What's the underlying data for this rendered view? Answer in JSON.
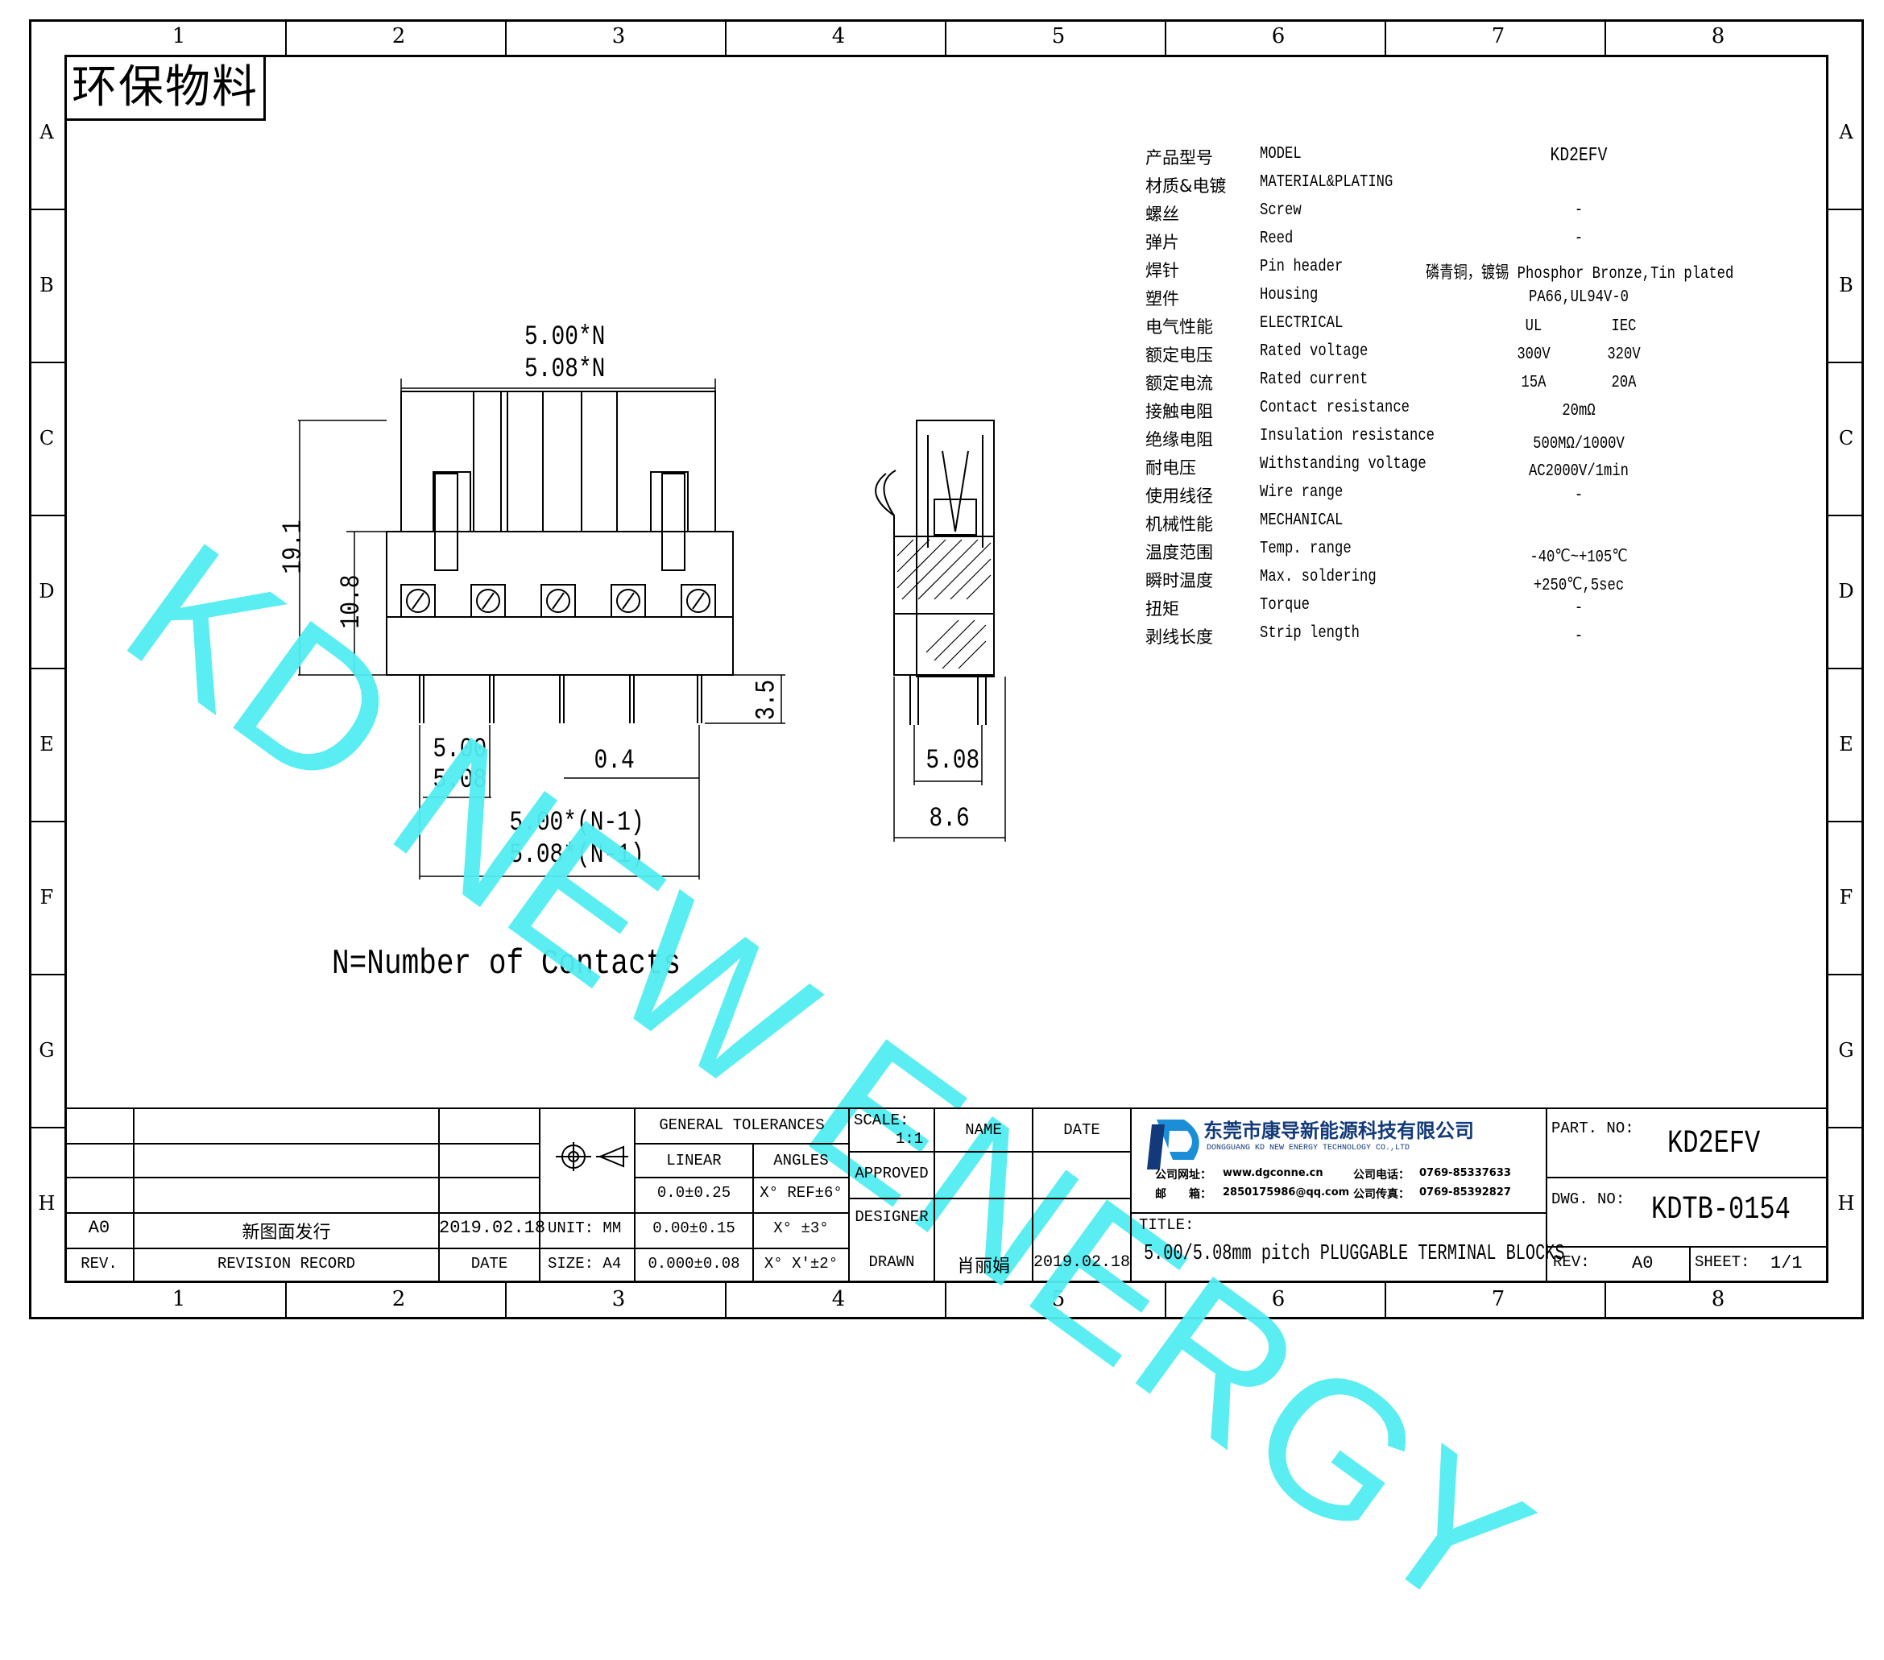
{
  "eco_label": "环保物料",
  "watermark": "KD NEW ENERGY",
  "zones": {
    "columns": [
      "1",
      "2",
      "3",
      "4",
      "5",
      "6",
      "7",
      "8"
    ],
    "rows": [
      "A",
      "B",
      "C",
      "D",
      "E",
      "F",
      "G",
      "H"
    ]
  },
  "spec_table": [
    {
      "cn": "产品型号",
      "en": "MODEL",
      "value": "KD2EFV"
    },
    {
      "cn": "材质&电镀",
      "en": "MATERIAL&PLATING",
      "value": ""
    },
    {
      "cn": "螺丝",
      "en": "Screw",
      "value": "-"
    },
    {
      "cn": "弹片",
      "en": "Reed",
      "value": "-"
    },
    {
      "cn": "焊针",
      "en": "Pin header",
      "value": "磷青铜，镀锡 Phosphor Bronze,Tin plated"
    },
    {
      "cn": "塑件",
      "en": "Housing",
      "value": "PA66,UL94V-0"
    },
    {
      "cn": "电气性能",
      "en": "ELECTRICAL",
      "ul": "UL",
      "iec": "IEC"
    },
    {
      "cn": "额定电压",
      "en": "Rated voltage",
      "ul": "300V",
      "iec": "320V"
    },
    {
      "cn": "额定电流",
      "en": "Rated current",
      "ul": "15A",
      "iec": "20A"
    },
    {
      "cn": "接触电阻",
      "en": "Contact resistance",
      "value": "20mΩ"
    },
    {
      "cn": "绝缘电阻",
      "en": "Insulation resistance",
      "value": "500MΩ/1000V"
    },
    {
      "cn": "耐电压",
      "en": "Withstanding voltage",
      "value": "AC2000V/1min"
    },
    {
      "cn": "使用线径",
      "en": "Wire range",
      "value": "-"
    },
    {
      "cn": "机械性能",
      "en": "MECHANICAL",
      "value": ""
    },
    {
      "cn": "温度范围",
      "en": "Temp. range",
      "value": "-40℃~+105℃"
    },
    {
      "cn": "瞬时温度",
      "en": "Max. soldering",
      "value": "+250℃,5sec"
    },
    {
      "cn": "扭矩",
      "en": "Torque",
      "value": "-"
    },
    {
      "cn": "剥线长度",
      "en": "Strip length",
      "value": "-"
    }
  ],
  "dimensions": {
    "width_a": "5.00*N",
    "width_b": "5.08*N",
    "height_total": "19.1",
    "height_body": "10.8",
    "pin_len": "3.5",
    "pitch_a": "5.00",
    "pitch_b": "5.08",
    "pin_dia": "0.4",
    "span_a": "5.00*(N-1)",
    "span_b": "5.08*(N-1)",
    "side_pitch": "5.08",
    "side_width": "8.6"
  },
  "note": "N=Number of Contacts",
  "title_block": {
    "general_tolerances": "GENERAL TOLERANCES",
    "linear": "LINEAR",
    "angles": "ANGLES",
    "tol_1_lin": "0.0±0.25",
    "tol_1_ang": "X° REF±6°",
    "tol_2_lin": "0.00±0.15",
    "tol_2_ang": "X° ±3°",
    "tol_3_lin": "0.000±0.08",
    "tol_3_ang": "X° X'±2°",
    "unit": "UNIT: MM",
    "size": "SIZE: A4",
    "scale_label": "SCALE:",
    "scale_value": "1:1",
    "name_label": "NAME",
    "date_label": "DATE",
    "approved": "APPROVED",
    "designer": "DESIGNER",
    "drawn": "DRAWN",
    "drawn_name": "肖丽娟",
    "drawn_date": "2019.02.18",
    "rev_a": "A0",
    "rev_desc": "新图面发行",
    "rev_date": "2019.02.18",
    "rev_header": "REV.",
    "revision_record": "REVISION RECORD",
    "date_header": "DATE",
    "company_cn": "东莞市康导新能源科技有限公司",
    "company_en": "DONGGUANG KD NEW ENERGY TECHNOLOGY CO.,LTD",
    "web_label": "公司网址：",
    "web": "www.dgconne.cn",
    "tel_label": "公司电话：",
    "tel": "0769-85337633",
    "mail_label": "邮　　箱：",
    "mail": "2850175986@qq.com",
    "fax_label": "公司传真：",
    "fax": "0769-85392827",
    "title_label": "TITLE:",
    "title": "5.00/5.08mm pitch PLUGGABLE TERMINAL BLOCKS",
    "part_no_label": "PART. NO:",
    "part_no": "KD2EFV",
    "dwg_no_label": "DWG. NO:",
    "dwg_no": "KDTB-0154",
    "rev_label": "REV:",
    "rev": "A0",
    "sheet_label": "SHEET:",
    "sheet": "1/1"
  },
  "colors": {
    "watermark": "#52eef2",
    "logo_blue": "#1a8fd8",
    "logo_dark": "#123a7a"
  }
}
